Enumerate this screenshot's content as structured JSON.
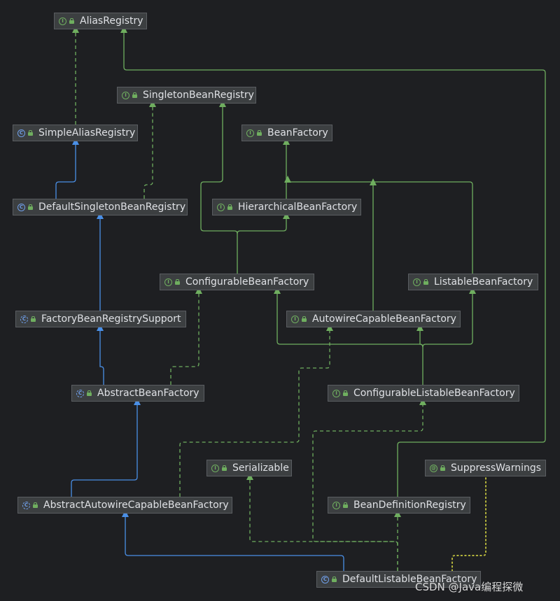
{
  "nodes": [
    {
      "id": "alias-registry",
      "label": "AliasRegistry",
      "kind": "interface"
    },
    {
      "id": "singleton-bean-registry",
      "label": "SingletonBeanRegistry",
      "kind": "interface"
    },
    {
      "id": "simple-alias-registry",
      "label": "SimpleAliasRegistry",
      "kind": "class"
    },
    {
      "id": "bean-factory",
      "label": "BeanFactory",
      "kind": "interface"
    },
    {
      "id": "default-singleton-bean-registry",
      "label": "DefaultSingletonBeanRegistry",
      "kind": "class"
    },
    {
      "id": "hierarchical-bean-factory",
      "label": "HierarchicalBeanFactory",
      "kind": "interface"
    },
    {
      "id": "configurable-bean-factory",
      "label": "ConfigurableBeanFactory",
      "kind": "interface"
    },
    {
      "id": "listable-bean-factory",
      "label": "ListableBeanFactory",
      "kind": "interface"
    },
    {
      "id": "factory-bean-registry-support",
      "label": "FactoryBeanRegistrySupport",
      "kind": "abstract-class"
    },
    {
      "id": "autowire-capable-bean-factory",
      "label": "AutowireCapableBeanFactory",
      "kind": "interface"
    },
    {
      "id": "abstract-bean-factory",
      "label": "AbstractBeanFactory",
      "kind": "abstract-class"
    },
    {
      "id": "configurable-listable-bean-factory",
      "label": "ConfigurableListableBeanFactory",
      "kind": "interface"
    },
    {
      "id": "serializable",
      "label": "Serializable",
      "kind": "interface"
    },
    {
      "id": "suppress-warnings",
      "label": "SuppressWarnings",
      "kind": "annotation"
    },
    {
      "id": "abstract-autowire-capable-bean-factory",
      "label": "AbstractAutowireCapableBeanFactory",
      "kind": "abstract-class"
    },
    {
      "id": "bean-definition-registry",
      "label": "BeanDefinitionRegistry",
      "kind": "interface"
    },
    {
      "id": "default-listable-bean-factory",
      "label": "DefaultListableBeanFactory",
      "kind": "class"
    }
  ],
  "badges": {
    "interface": "I",
    "class": "C",
    "abstract-class": "C",
    "annotation": "@"
  },
  "colors": {
    "background": "#1e1f22",
    "node_fill": "#3c3f41",
    "node_border": "#5a5d61",
    "node_text": "#dfe1e5",
    "implements": "#6fae5f",
    "extends": "#4a8fe6",
    "uses": "#b5b53c"
  },
  "watermark": "CSDN @Java编程探微"
}
